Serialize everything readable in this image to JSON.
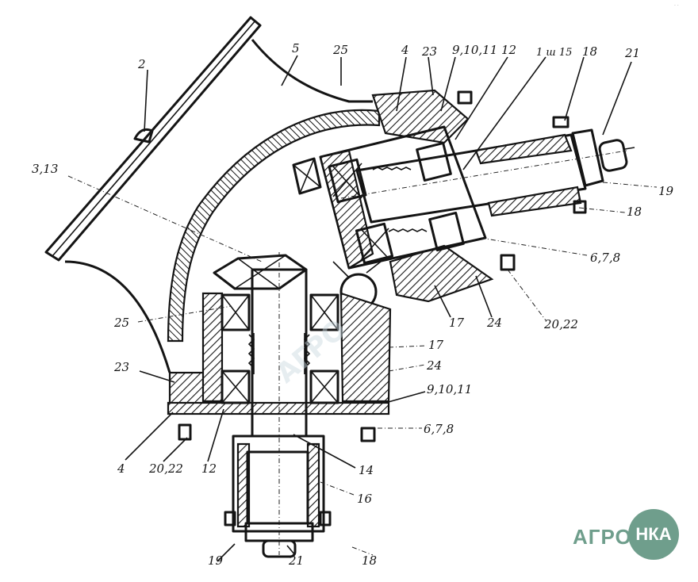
{
  "labels": {
    "l2": "2",
    "l5": "5",
    "l25_top": "25",
    "l4_top": "4",
    "l23_top": "23",
    "l9_top": "9,10,11",
    "l12_top": "12",
    "l1_15": "1 ш 15",
    "l18_top": "18",
    "l21_top": "21",
    "l3_13": "3,13",
    "l19_right": "19",
    "l18_right": "18",
    "l678_right": "6,7,8",
    "l17_mid": "17",
    "l24_mid": "24",
    "l2022_right": "20,22",
    "l25_left": "25",
    "l17_right": "17",
    "l24_right": "24",
    "l23_left": "23",
    "l9_right": "9,10,11",
    "l678_low": "6,7,8",
    "l4_low": "4",
    "l2022_low": "20,22",
    "l12_low": "12",
    "l14": "14",
    "l16": "16",
    "l19_low": "19",
    "l21_low": "21",
    "l18_low": "18"
  },
  "watermark": "АГРО",
  "logo": {
    "left": "АГРО",
    "disc": "НКА",
    "color": "#6f9e8c"
  },
  "corner_mark": "·  ·"
}
